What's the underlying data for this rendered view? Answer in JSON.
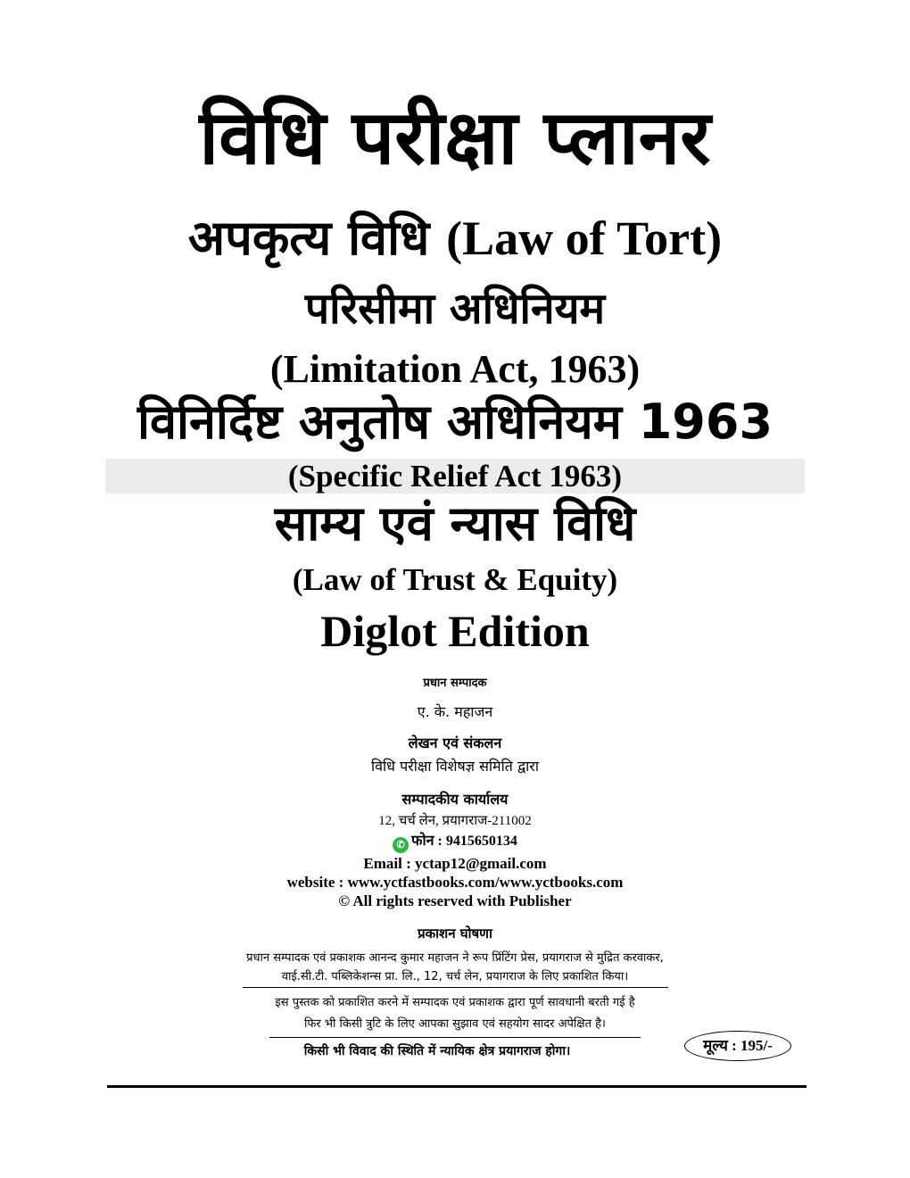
{
  "title": "विधि परीक्षा प्लानर",
  "subject1_hi": "अपकृत्य विधि",
  "subject1_en": "(Law of Tort)",
  "subject2_hi": "परिसीमा अधिनियम",
  "subject2_en": "(Limitation Act, 1963)",
  "subject3_hi": "विनिर्दिष्ट अनुतोष अधिनियम 1963",
  "subject3_en": "(Specific Relief Act 1963)",
  "subject4_hi": "साम्य एवं न्यास विधि",
  "subject4_en": "(Law of Trust & Equity)",
  "edition": "Diglot Edition",
  "chief_editor_label": "प्रधान सम्पादक",
  "chief_editor": "ए. के. महाजन",
  "compiled_label": "लेखन एवं संकलन",
  "compiled_by": "विधि परीक्षा विशेषज्ञ समिति द्वारा",
  "office_label": "सम्पादकीय कार्यालय",
  "address": "12, चर्च लेन, प्रयागराज-211002",
  "phone": "फोन : 9415650134",
  "email": "Email : yctap12@gmail.com",
  "website": "website : www.yctfastbooks.com/www.yctbooks.com",
  "rights": "© All rights reserved with Publisher",
  "announcement_label": "प्रकाशन घोषणा",
  "announcement_line1": "प्रधान सम्पादक एवं प्रकाशक आनन्द कुमार महाजन ने रूप प्रिंटिंग प्रेस, प्रयागराज से मुद्रित करवाकर,",
  "announcement_line2": "वाई.सी.टी. पब्लिकेशन्स प्रा. लि., 12, चर्च लेन, प्रयागराज के लिए प्रकाशित किया।",
  "disclaimer_line1": "इस पुस्तक को प्रकाशित करने में सम्पादक एवं प्रकाशक द्वारा पूर्ण सावधानी बरती गई है",
  "disclaimer_line2": "फिर भी किसी त्रुटि के लिए आपका सुझाव एवं सहयोग सादर अपेक्षित है।",
  "jurisdiction": "किसी भी विवाद की स्थिति में न्यायिक क्षेत्र प्रयागराज होगा।",
  "price": "मूल्य : 195/-"
}
